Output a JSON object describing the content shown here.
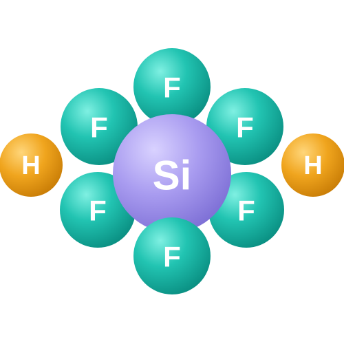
{
  "molecule": {
    "center": {
      "symbol": "Si",
      "color": "#a99cf0"
    },
    "fluorines": [
      {
        "symbol": "F",
        "color": "#1fbfae"
      },
      {
        "symbol": "F",
        "color": "#1fbfae"
      },
      {
        "symbol": "F",
        "color": "#1fbfae"
      },
      {
        "symbol": "F",
        "color": "#1fbfae"
      },
      {
        "symbol": "F",
        "color": "#1fbfae"
      },
      {
        "symbol": "F",
        "color": "#1fbfae"
      }
    ],
    "hydrogens": [
      {
        "symbol": "H",
        "color": "#f0a51e"
      },
      {
        "symbol": "H",
        "color": "#f0a51e"
      }
    ]
  }
}
